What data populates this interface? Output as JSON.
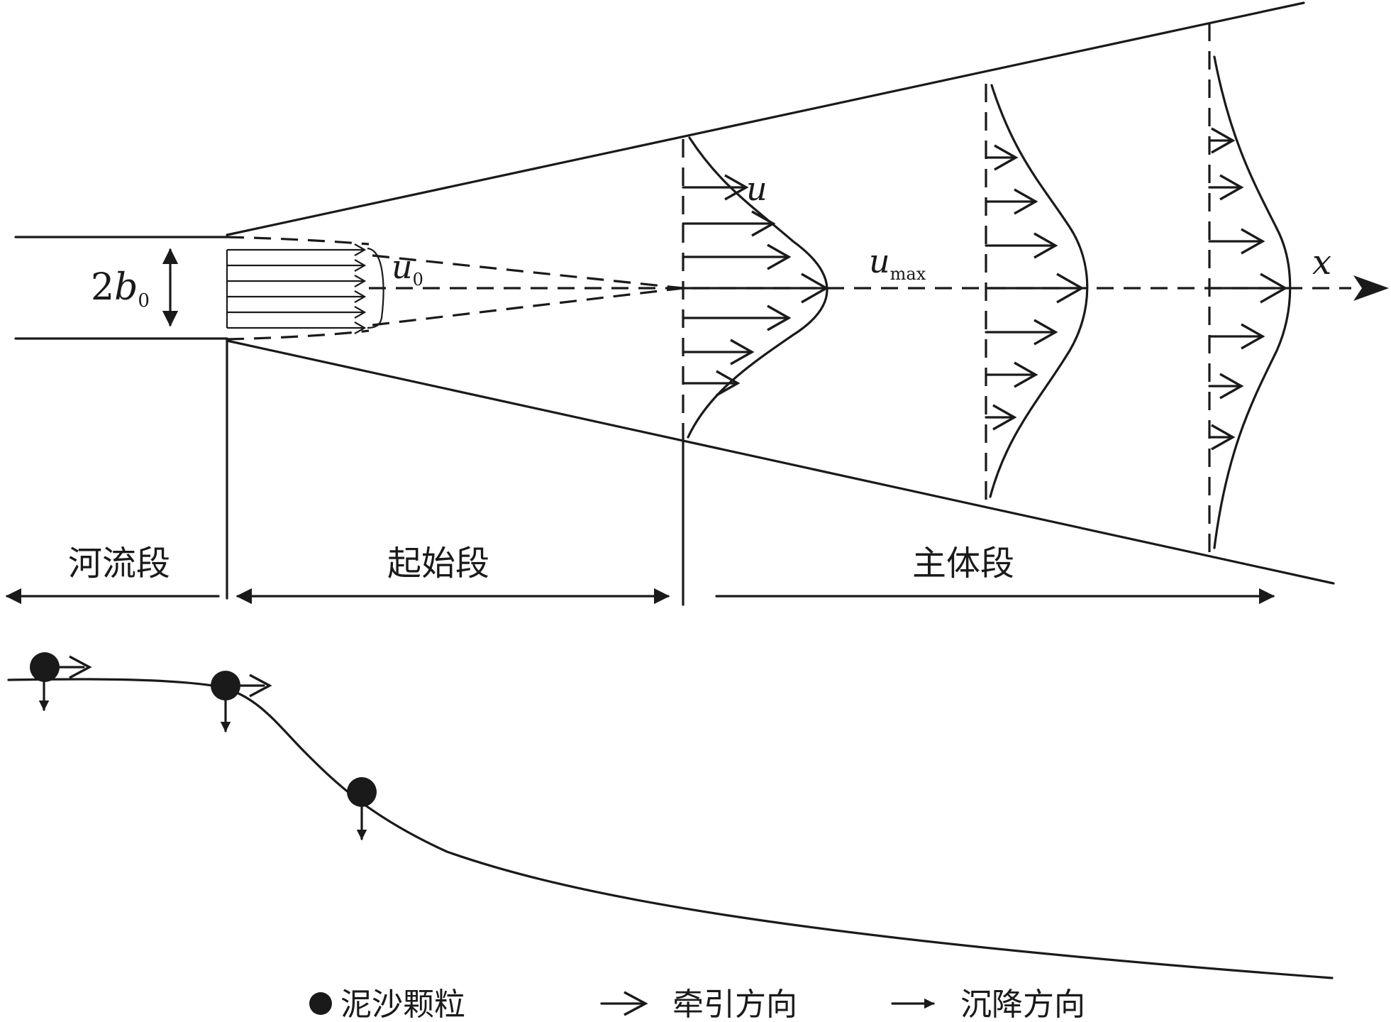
{
  "labels": {
    "width_coef": "2",
    "width_var": "b",
    "width_sub": "0",
    "u0_var": "u",
    "u0_sub": "0",
    "u_var": "u",
    "umax_var": "u",
    "umax_sub": "max",
    "x_axis": "x"
  },
  "sections": {
    "river": "河流段",
    "initial": "起始段",
    "main": "主体段"
  },
  "legend": {
    "particle": "泥沙颗粒",
    "traction": "牵引方向",
    "settling": "沉降方向"
  }
}
